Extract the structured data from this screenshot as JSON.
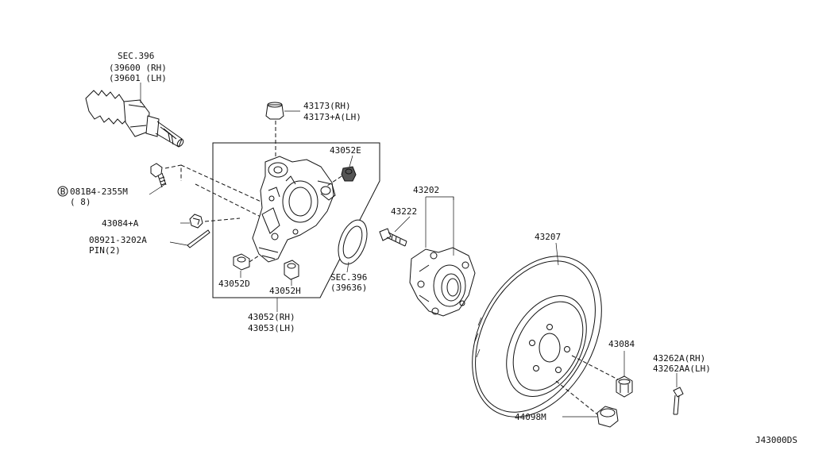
{
  "diagram_code": "J43000DS",
  "labels": {
    "sec396_title": "SEC.396",
    "sec396_rh": "(39600 (RH)",
    "sec396_lh": "(39601 (LH)",
    "bolt_code": "081B4-2355M",
    "bolt_circle": "B",
    "bolt_qty": "( 8)",
    "nut_43084a": "43084+A",
    "pin_code": "08921-3202A",
    "pin_label": "PIN(2)",
    "cap_rh": "43173(RH)",
    "cap_lh": "43173+A(LH)",
    "bush_e": "43052E",
    "bush_d": "43052D",
    "bush_h": "43052H",
    "knuckle_rh": "43052(RH)",
    "knuckle_lh": "43053(LH)",
    "seal_sec": "SEC.396",
    "seal_code": "(39636)",
    "hub": "43202",
    "hub_bolt": "43222",
    "rotor": "43207",
    "nut": "43084",
    "cotter_rh": "43262A(RH)",
    "cotter_lh": "43262AA(LH)",
    "plug": "44098M"
  }
}
